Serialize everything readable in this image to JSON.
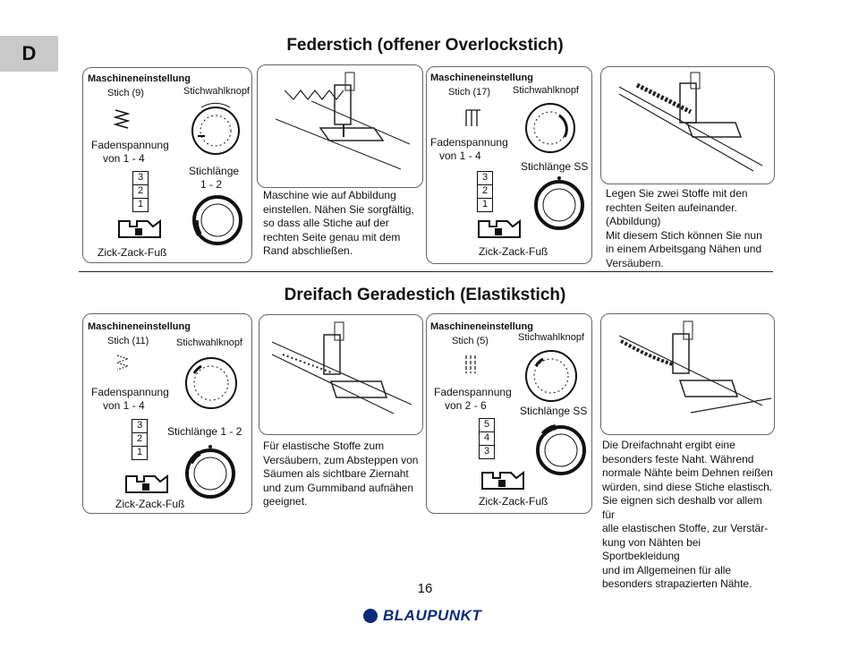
{
  "language_tab": "D",
  "page_number": "16",
  "brand": "BLAUPUNKT",
  "sections": [
    {
      "title": "Federstich (offener Overlockstich)",
      "panels": [
        {
          "header": "Maschineneinstellung",
          "stitch": "Stich (9)",
          "knob_label": "Stichwahlknopf",
          "tension_label": "Fadenspannung",
          "tension_value": "von 1 - 4",
          "length_label": "Stichlänge",
          "length_value": "1 - 2",
          "foot": "Zick-Zack-Fuß",
          "scale": [
            "3",
            "2",
            "1"
          ]
        },
        {
          "header": "Maschineneinstellung",
          "stitch": "Stich (17)",
          "knob_label": "Stichwahlknopf",
          "tension_label": "Fadenspannung",
          "tension_value": "von 1 - 4",
          "length_label": "Stichlänge SS",
          "foot": "Zick-Zack-Fuß",
          "scale": [
            "3",
            "2",
            "1"
          ]
        }
      ],
      "descriptions": [
        "Maschine wie auf Abbildung\neinstellen. Nähen Sie sorgfältig,\nso dass alle Stiche auf der\nrechten Seite genau mit dem\nRand abschließen.",
        "Legen Sie zwei Stoffe mit den\nrechten Seiten aufeinander.\n(Abbildung)\nMit diesem Stich können Sie nun\nin einem Arbeitsgang Nähen und\nVersäubern."
      ]
    },
    {
      "title": "Dreifach Geradestich (Elastikstich)",
      "panels": [
        {
          "header": "Maschineneinstellung",
          "stitch": "Stich (11)",
          "knob_label": "Stichwahlknopf",
          "tension_label": "Fadenspannung",
          "tension_value": "von 1 - 4",
          "length_label": "Stichlänge 1 - 2",
          "foot": "Zick-Zack-Fuß",
          "scale": [
            "3",
            "2",
            "1"
          ]
        },
        {
          "header": "Maschineneinstellung",
          "stitch": "Stich (5)",
          "knob_label": "Stichwahlknopf",
          "tension_label": "Fadenspannung",
          "tension_value": "von 2 - 6",
          "length_label": "Stichlänge SS",
          "foot": "Zick-Zack-Fuß",
          "scale": [
            "5",
            "4",
            "3"
          ]
        }
      ],
      "descriptions": [
        "Für elastische Stoffe zum\nVersäubern, zum Absteppen von\nSäumen als sichtbare Ziernaht\nund zum Gummiband aufnähen\ngeeignet.",
        "Die Dreifachnaht ergibt eine\nbesonders feste Naht. Während\nnormale Nähte beim Dehnen reißen\nwürden, sind diese Stiche elastisch.\nSie eignen sich deshalb vor allem für\nalle elastischen Stoffe, zur Verstär-\nkung von Nähten bei Sportbekleidung\nund im Allgemeinen für alle\nbesonders strapazierten Nähte."
      ]
    }
  ]
}
